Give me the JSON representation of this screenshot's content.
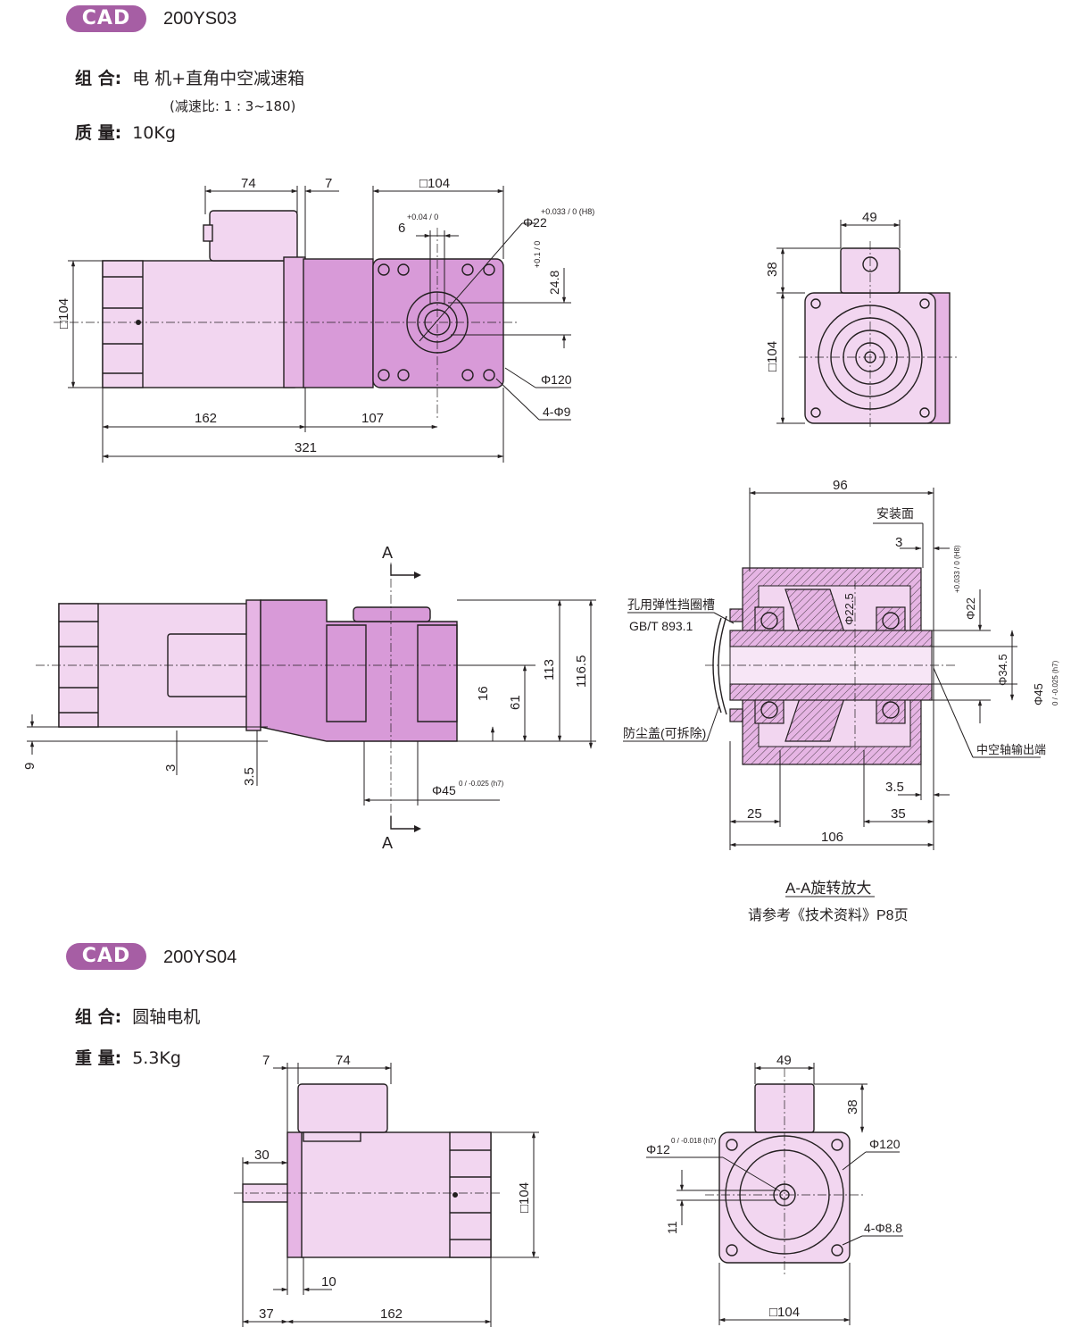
{
  "section1": {
    "badge": "CAD",
    "model": "200YS03",
    "combo_label": "组 合:",
    "combo_value": "电 机+直角中空减速箱",
    "ratio_note": "(减速比: 1 : 3~180)",
    "weight_label": "质 量:",
    "weight_value": "10Kg"
  },
  "side_view": {
    "dim_top_1": "74",
    "dim_top_2": "7",
    "dim_top_3": "□104",
    "dim_left": "□104",
    "dim_b1": "162",
    "dim_b2": "107",
    "dim_total": "321",
    "key_width": "6",
    "key_tol": "+0.04 / 0",
    "bore": "Φ22",
    "bore_tol": "+0.033 / 0 (H8)",
    "key_depth": "24.8",
    "key_depth_tol": "+0.1 / 0",
    "pcd": "Φ120",
    "holes": "4-Φ9"
  },
  "end_view": {
    "dim_top": "49",
    "dim_side": "38",
    "dim_left": "□104"
  },
  "front_view": {
    "section_mark": "A",
    "dim_h1": "113",
    "dim_h2": "116.5",
    "dim_h3": "16",
    "dim_h4": "61",
    "dim_9": "9",
    "dim_3": "3",
    "dim_35": "3.5",
    "shaft": "Φ45",
    "shaft_tol": "0 / -0.025 (h7)"
  },
  "section_view": {
    "dim_96": "96",
    "mount_face": "安装面",
    "dim_3": "3",
    "circlip_groove": "孔用弹性挡圈槽",
    "standard": "GB/T 893.1",
    "dia_inner": "Φ22.5",
    "bore": "Φ22",
    "bore_tol": "+0.033 / 0 (H8)",
    "dia_345": "Φ34.5",
    "dia_45": "Φ45",
    "dia_45_tol": "0 / -0.025 (h7)",
    "dust_cover": "防尘盖(可拆除)",
    "hollow_out": "中空轴输出端",
    "dim_35a": "3.5",
    "dim_25": "25",
    "dim_35": "35",
    "dim_106": "106",
    "caption1": "A-A旋转放大",
    "caption2": "请参考《技术资料》P8页"
  },
  "section2": {
    "badge": "CAD",
    "model": "200YS04",
    "combo_label": "组 合:",
    "combo_value": "圆轴电机",
    "weight_label": "重 量:",
    "weight_value": "5.3Kg"
  },
  "motor_view": {
    "dim_7": "7",
    "dim_74": "74",
    "dim_30": "30",
    "dim_104": "□104",
    "dim_10": "10",
    "dim_37": "37",
    "dim_162": "162"
  },
  "motor_end": {
    "dim_49": "49",
    "dim_38": "38",
    "shaft": "Φ12",
    "shaft_tol": "0 / -0.018 (h7)",
    "pcd": "Φ120",
    "dim_11": "11",
    "holes": "4-Φ8.8",
    "dim_104": "□104"
  },
  "colors": {
    "badge": "#a65ea4",
    "body_light": "#f2d6f0",
    "body_mid": "#e6b5e4",
    "body_dark": "#d89ad8",
    "line": "#231f20"
  },
  "icons": [
    "section-arrow-icon"
  ]
}
